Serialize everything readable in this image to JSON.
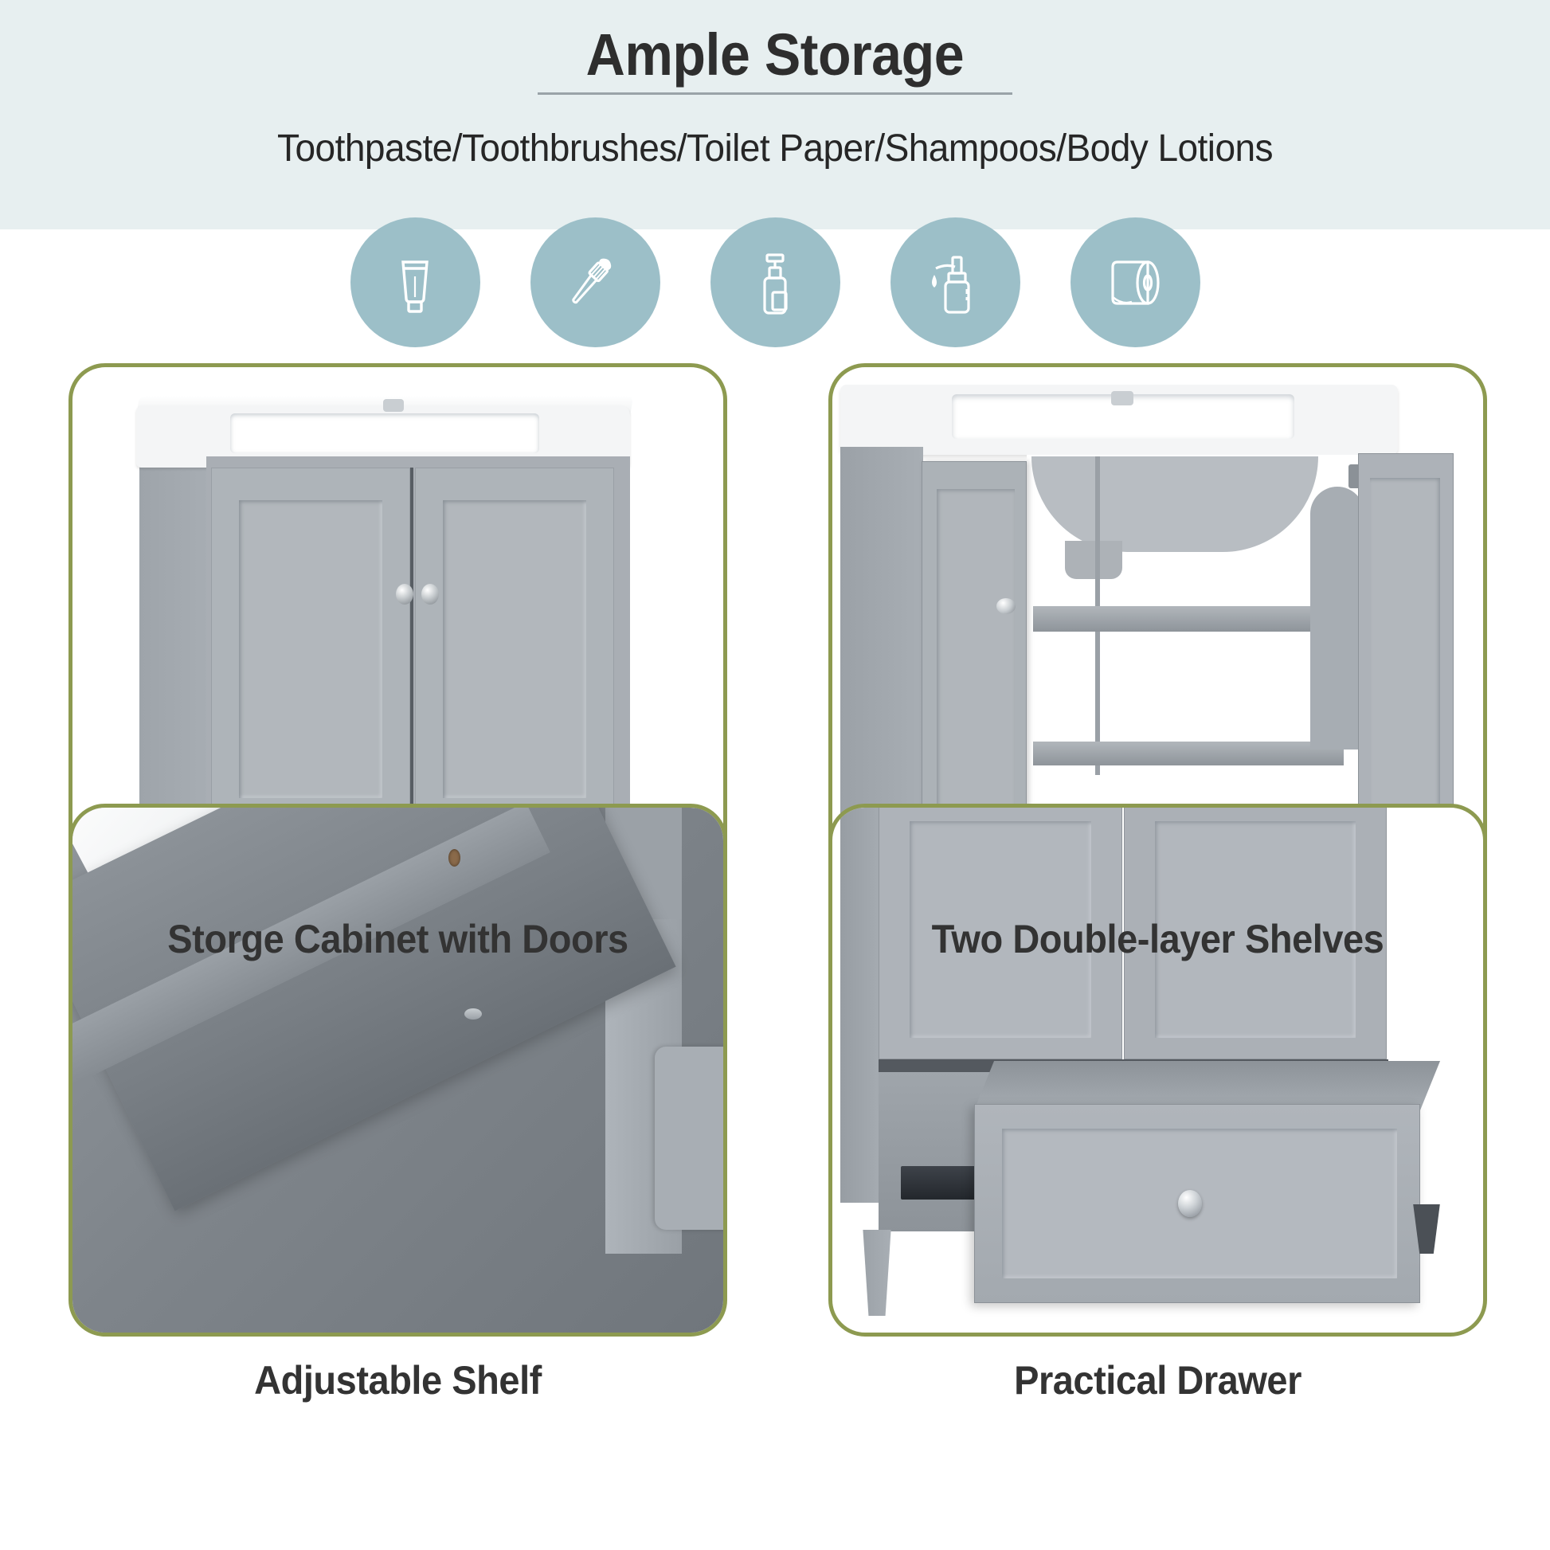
{
  "header": {
    "title": "Ample Storage",
    "subtitle": "Toothpaste/Toothbrushes/Toilet Paper/Shampoos/Body Lotions",
    "band_color": "#e7eff0",
    "title_color": "#2e2e2e",
    "rule_color": "#9aa3a8"
  },
  "icons": {
    "circle_color": "#9cbfc8",
    "glyph_color": "#ffffff",
    "items": [
      {
        "name": "toothpaste-tube-icon",
        "label": "Toothpaste"
      },
      {
        "name": "toothbrush-icon",
        "label": "Toothbrushes"
      },
      {
        "name": "pump-bottle-icon",
        "label": "Shampoos"
      },
      {
        "name": "lotion-dispenser-icon",
        "label": "Body Lotions"
      },
      {
        "name": "toilet-paper-roll-icon",
        "label": "Toilet Paper"
      }
    ]
  },
  "panels": {
    "border_color": "#8d9a50",
    "caption_color": "#333333",
    "items": [
      {
        "id": "storage-cabinet-with-doors",
        "caption": "Storge Cabinet with Doors"
      },
      {
        "id": "two-double-layer-shelves",
        "caption": "Two Double-layer Shelves"
      },
      {
        "id": "adjustable-shelf",
        "caption": "Adjustable Shelf"
      },
      {
        "id": "practical-drawer",
        "caption": "Practical Drawer"
      }
    ]
  },
  "product": {
    "cabinet_color": "#aeb3b8",
    "cabinet_side_color": "#9fa5ab",
    "basin_color": "#ffffff",
    "hardware_color": "#c9ced2"
  }
}
